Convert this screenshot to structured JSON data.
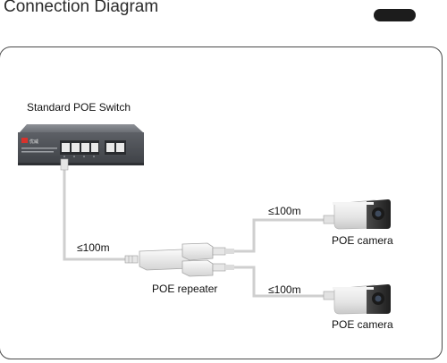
{
  "header": {
    "title": "Connection Diagram"
  },
  "diagram": {
    "switch_label": "Standard POE Switch",
    "switch_brand": "优威",
    "repeater_label": "POE repeater",
    "camera_label_top": "POE camera",
    "camera_label_bottom": "POE camera",
    "cable_len_switch": "≤100m",
    "cable_len_top": "≤100m",
    "cable_len_bottom": "≤100m",
    "colors": {
      "switch_body": "#55585e",
      "cable": "#cfcfcf",
      "camera_body": "#e9e9e9",
      "lens": "#2a2a2a"
    }
  }
}
